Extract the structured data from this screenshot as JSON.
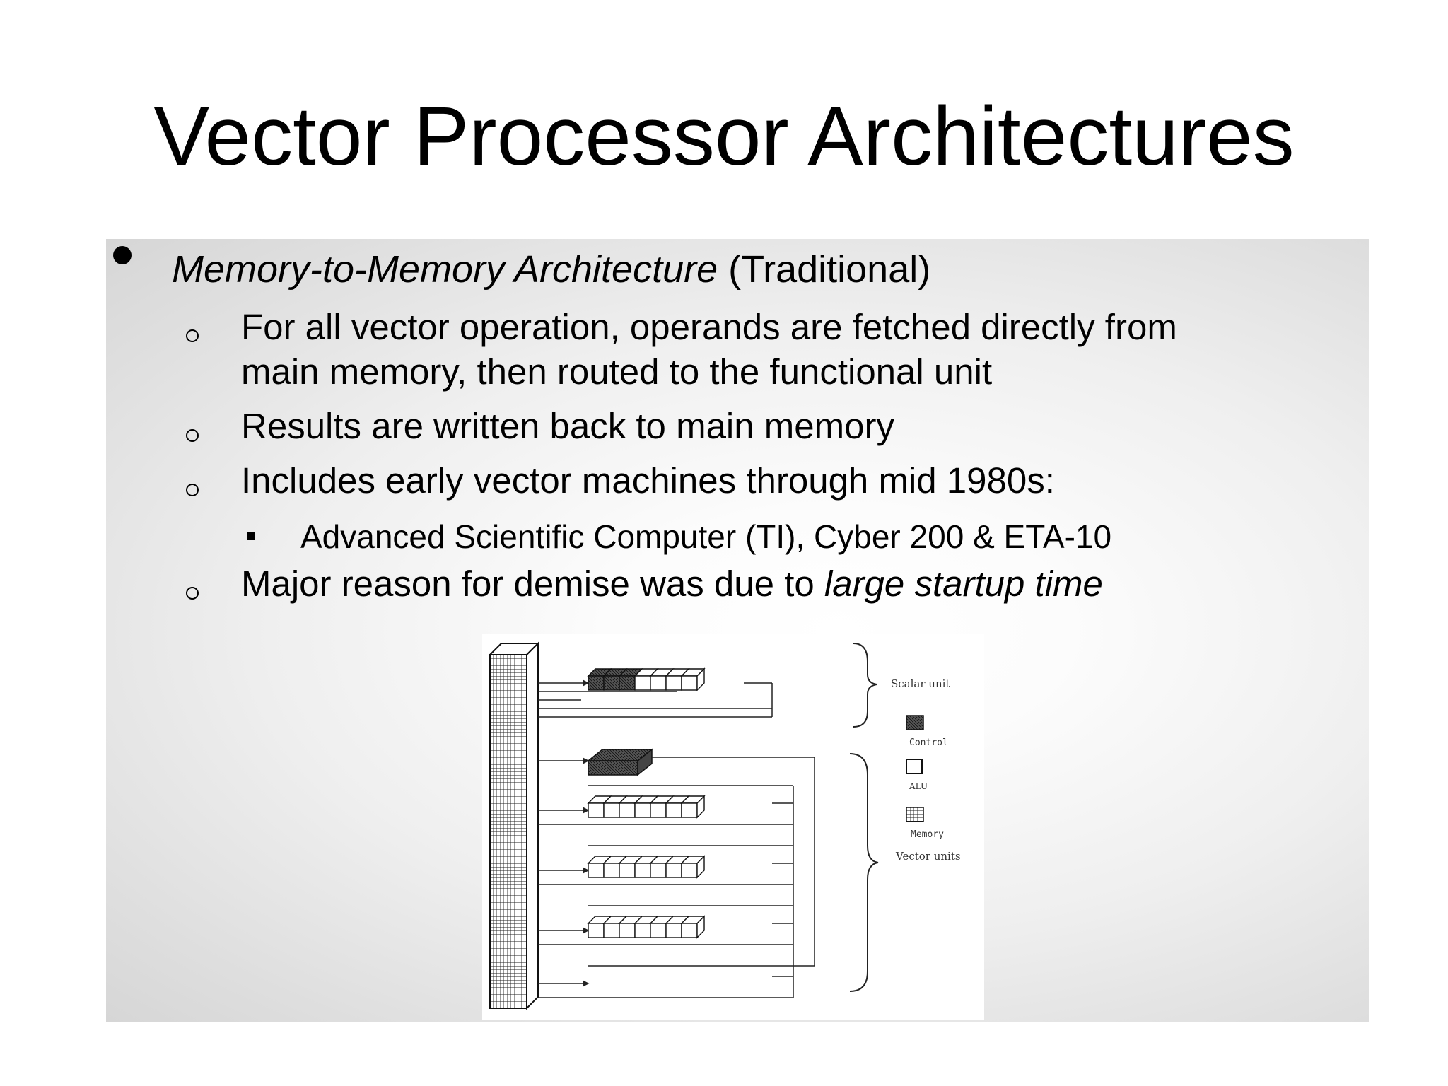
{
  "title": "Vector Processor Architectures",
  "main_bullet": {
    "italic": "Memory-to-Memory Architecture",
    "normal": " (Traditional)"
  },
  "sub_bullets": [
    {
      "line1": "For all vector operation, operands are fetched directly from",
      "line2": "main memory, then routed to the functional unit"
    },
    {
      "text": "Results are written back to main memory"
    },
    {
      "text": "Includes early vector machines through mid 1980s:"
    }
  ],
  "sub_sub_bullet": "Advanced Scientific Computer (TI), Cyber 200 & ETA-10",
  "last_bullet": {
    "normal": "Major reason for demise was due to ",
    "italic": "large startup time"
  },
  "diagram": {
    "scalar_label": "Scalar unit",
    "legend": {
      "control": "Control",
      "alu": "ALU",
      "memory": "Memory"
    },
    "vector_label": "Vector units"
  }
}
